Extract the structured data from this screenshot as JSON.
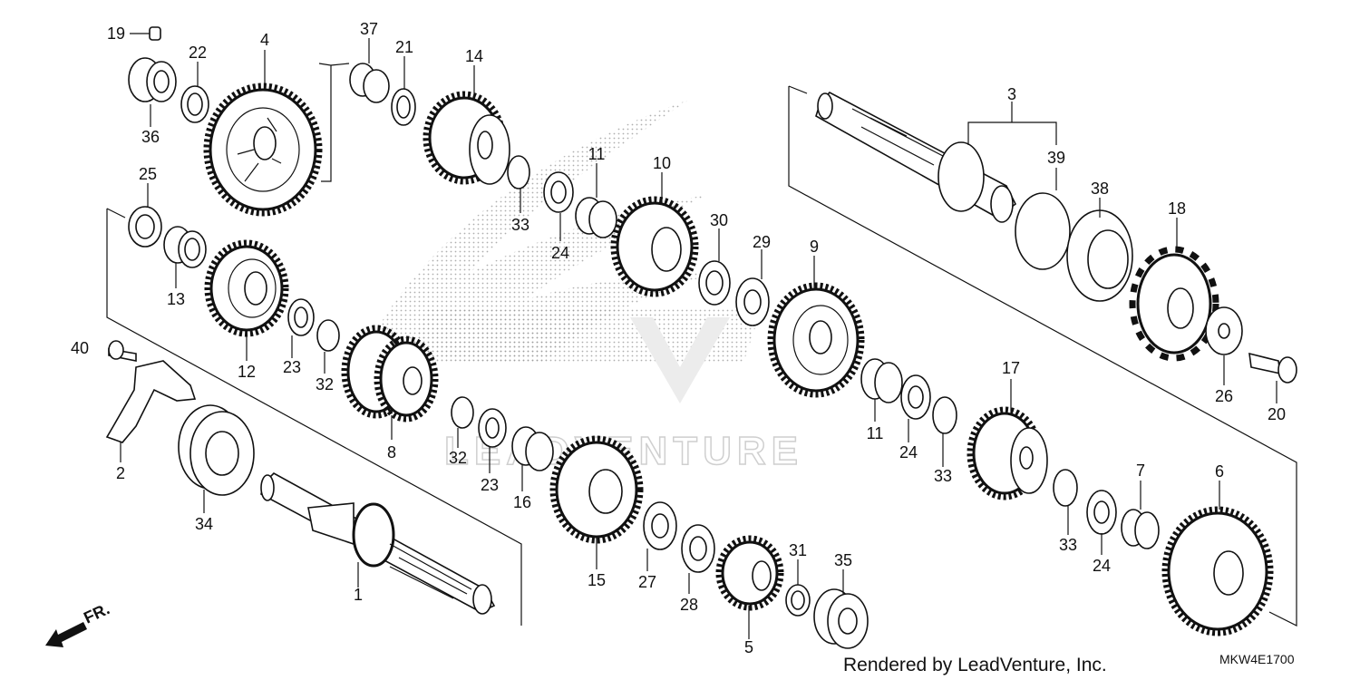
{
  "credit": "Rendered by LeadVenture, Inc.",
  "diagram_code": "MKW4E1700",
  "front_arrow_label": "FR.",
  "watermark_text": "LEADVENTURE",
  "labels": [
    "1",
    "2",
    "3",
    "4",
    "5",
    "6",
    "7",
    "8",
    "9",
    "10",
    "11",
    "11",
    "12",
    "13",
    "14",
    "15",
    "16",
    "17",
    "18",
    "19",
    "20",
    "21",
    "22",
    "23",
    "23",
    "24",
    "24",
    "24",
    "25",
    "26",
    "27",
    "28",
    "29",
    "30",
    "31",
    "32",
    "32",
    "33",
    "33",
    "33",
    "34",
    "35",
    "36",
    "37",
    "38",
    "39",
    "40"
  ]
}
